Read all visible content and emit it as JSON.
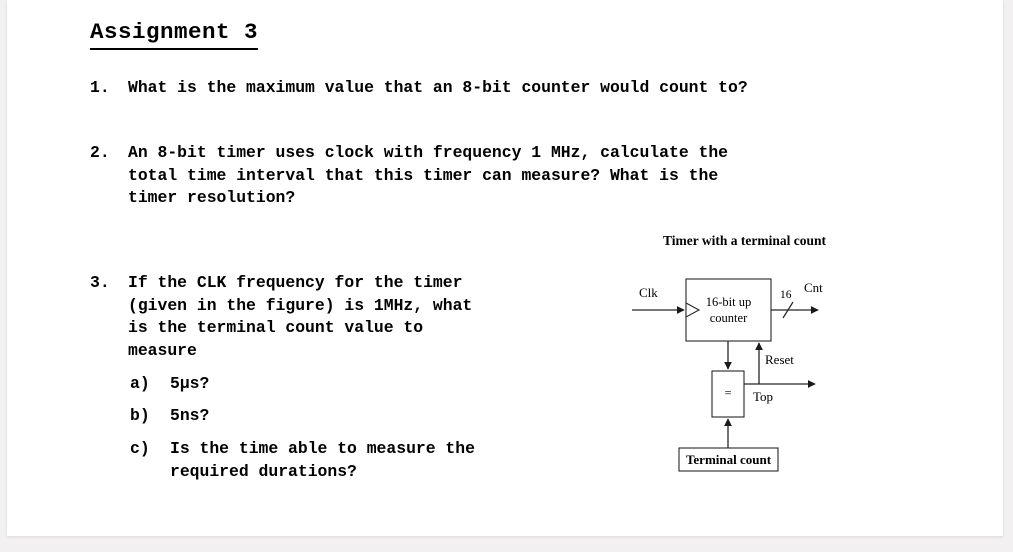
{
  "document": {
    "title": "Assignment 3",
    "questions": [
      {
        "number": "1.",
        "text": "What is the maximum value that an 8-bit counter would count to?"
      },
      {
        "number": "2.",
        "text": "An 8-bit timer uses clock with frequency 1 MHz, calculate the\ntotal time interval that this timer can measure? What is the\ntimer resolution?"
      },
      {
        "number": "3.",
        "text": "If the CLK frequency for the timer\n(given in the figure) is 1MHz, what\nis the terminal count value to\nmeasure",
        "subquestions": [
          {
            "label": "a)",
            "text": "5µs?"
          },
          {
            "label": "b)",
            "text": "5ns?"
          },
          {
            "label": "c)",
            "text": "Is the time able to measure the\nrequired durations?"
          }
        ]
      }
    ]
  },
  "figure": {
    "caption": "Timer with a terminal\ncount",
    "blocks": {
      "counter": "16-bit up\ncounter",
      "comparator": "=",
      "terminal_count": "Terminal count"
    },
    "labels": {
      "clk": "Clk",
      "bus_width": "16",
      "cnt": "Cnt",
      "reset": "Reset",
      "top": "Top"
    }
  },
  "colors": {
    "page_background": "#ffffff",
    "canvas_background": "#f3f0f1",
    "ink": "#000000",
    "wire": "#2b2b2b"
  }
}
